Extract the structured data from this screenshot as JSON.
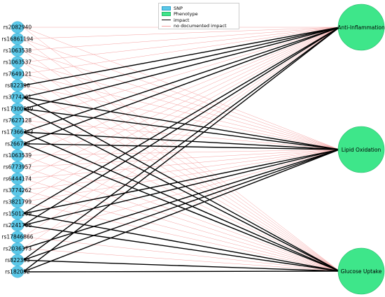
{
  "legend": {
    "snp_label": "SNP",
    "phenotype_label": "Phenotype",
    "impact_label": "impact",
    "no_impact_label": "no documented impact"
  },
  "colors": {
    "snp_fill": "#5bc8e8",
    "snp_stroke": "#2a9fc7",
    "phenotype_fill": "#3ee68a",
    "phenotype_stroke": "#25b86a",
    "impact": "#000000",
    "no_impact": "#f5a0a0"
  },
  "snps": [
    "rs2082940",
    "rs16861194",
    "rs1063538",
    "rs1063537",
    "rs7649121",
    "rs822396",
    "rs3774261",
    "rs17300539",
    "rs7627128",
    "rs17366743",
    "rs266729",
    "rs1063539",
    "rs6773957",
    "rs6444174",
    "rs3774262",
    "rs3821799",
    "rs1501299",
    "rs2241766",
    "rs17846866",
    "rs2036373",
    "rs822393",
    "rs182052"
  ],
  "phenotypes": [
    "Anti-Inflammation",
    "Lipid Oxidation",
    "Glucose Uptake"
  ],
  "impact_edges": [
    [
      "rs3774261",
      "Anti-Inflammation"
    ],
    [
      "rs3774261",
      "Lipid Oxidation"
    ],
    [
      "rs3774261",
      "Glucose Uptake"
    ],
    [
      "rs17300539",
      "Anti-Inflammation"
    ],
    [
      "rs17300539",
      "Lipid Oxidation"
    ],
    [
      "rs17300539",
      "Glucose Uptake"
    ],
    [
      "rs17366743",
      "Anti-Inflammation"
    ],
    [
      "rs17366743",
      "Lipid Oxidation"
    ],
    [
      "rs17366743",
      "Glucose Uptake"
    ],
    [
      "rs266729",
      "Anti-Inflammation"
    ],
    [
      "rs266729",
      "Lipid Oxidation"
    ],
    [
      "rs266729",
      "Glucose Uptake"
    ],
    [
      "rs1501299",
      "Anti-Inflammation"
    ],
    [
      "rs1501299",
      "Lipid Oxidation"
    ],
    [
      "rs1501299",
      "Glucose Uptake"
    ],
    [
      "rs2241766",
      "Anti-Inflammation"
    ],
    [
      "rs2241766",
      "Lipid Oxidation"
    ],
    [
      "rs2241766",
      "Glucose Uptake"
    ],
    [
      "rs822393",
      "Anti-Inflammation"
    ],
    [
      "rs822393",
      "Lipid Oxidation"
    ],
    [
      "rs822393",
      "Glucose Uptake"
    ],
    [
      "rs182052",
      "Anti-Inflammation"
    ],
    [
      "rs182052",
      "Lipid Oxidation"
    ],
    [
      "rs182052",
      "Glucose Uptake"
    ],
    [
      "rs822396",
      "Anti-Inflammation"
    ],
    [
      "rs2036373",
      "Lipid Oxidation"
    ]
  ]
}
